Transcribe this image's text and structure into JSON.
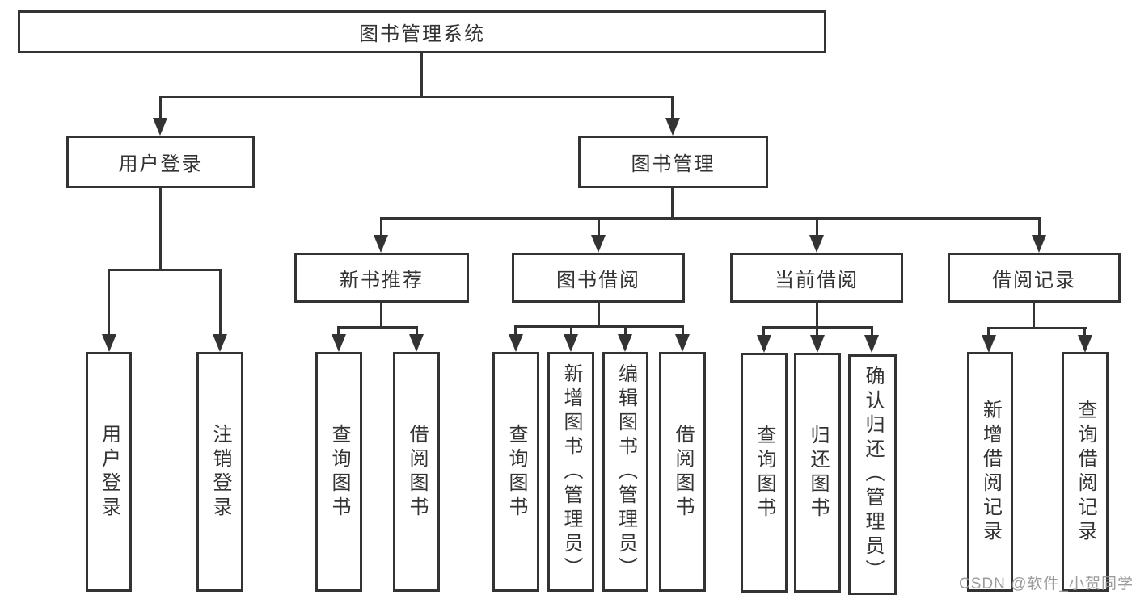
{
  "diagram_title": "图书管理系统",
  "tree": {
    "label": "图书管理系统",
    "children": [
      {
        "label": "用户登录",
        "children": [
          {
            "label": "用户登录"
          },
          {
            "label": "注销登录"
          }
        ]
      },
      {
        "label": "图书管理",
        "children": [
          {
            "label": "新书推荐",
            "children": [
              {
                "label": "查询图书"
              },
              {
                "label": "借阅图书"
              }
            ]
          },
          {
            "label": "图书借阅",
            "children": [
              {
                "label": "查询图书"
              },
              {
                "label": "新增图书（管理员）"
              },
              {
                "label": "编辑图书（管理员）"
              },
              {
                "label": "借阅图书"
              }
            ]
          },
          {
            "label": "当前借阅",
            "children": [
              {
                "label": "查询图书"
              },
              {
                "label": "归还图书"
              },
              {
                "label": "确认归还（管理员）"
              }
            ]
          },
          {
            "label": "借阅记录",
            "children": [
              {
                "label": "新增借阅记录"
              },
              {
                "label": "查询借阅记录"
              }
            ]
          }
        ]
      }
    ]
  },
  "watermark": "CSDN @软件_小贺同学",
  "colors": {
    "line": "#333333",
    "text": "#333333",
    "background": "#ffffff",
    "watermark": "#949494"
  }
}
